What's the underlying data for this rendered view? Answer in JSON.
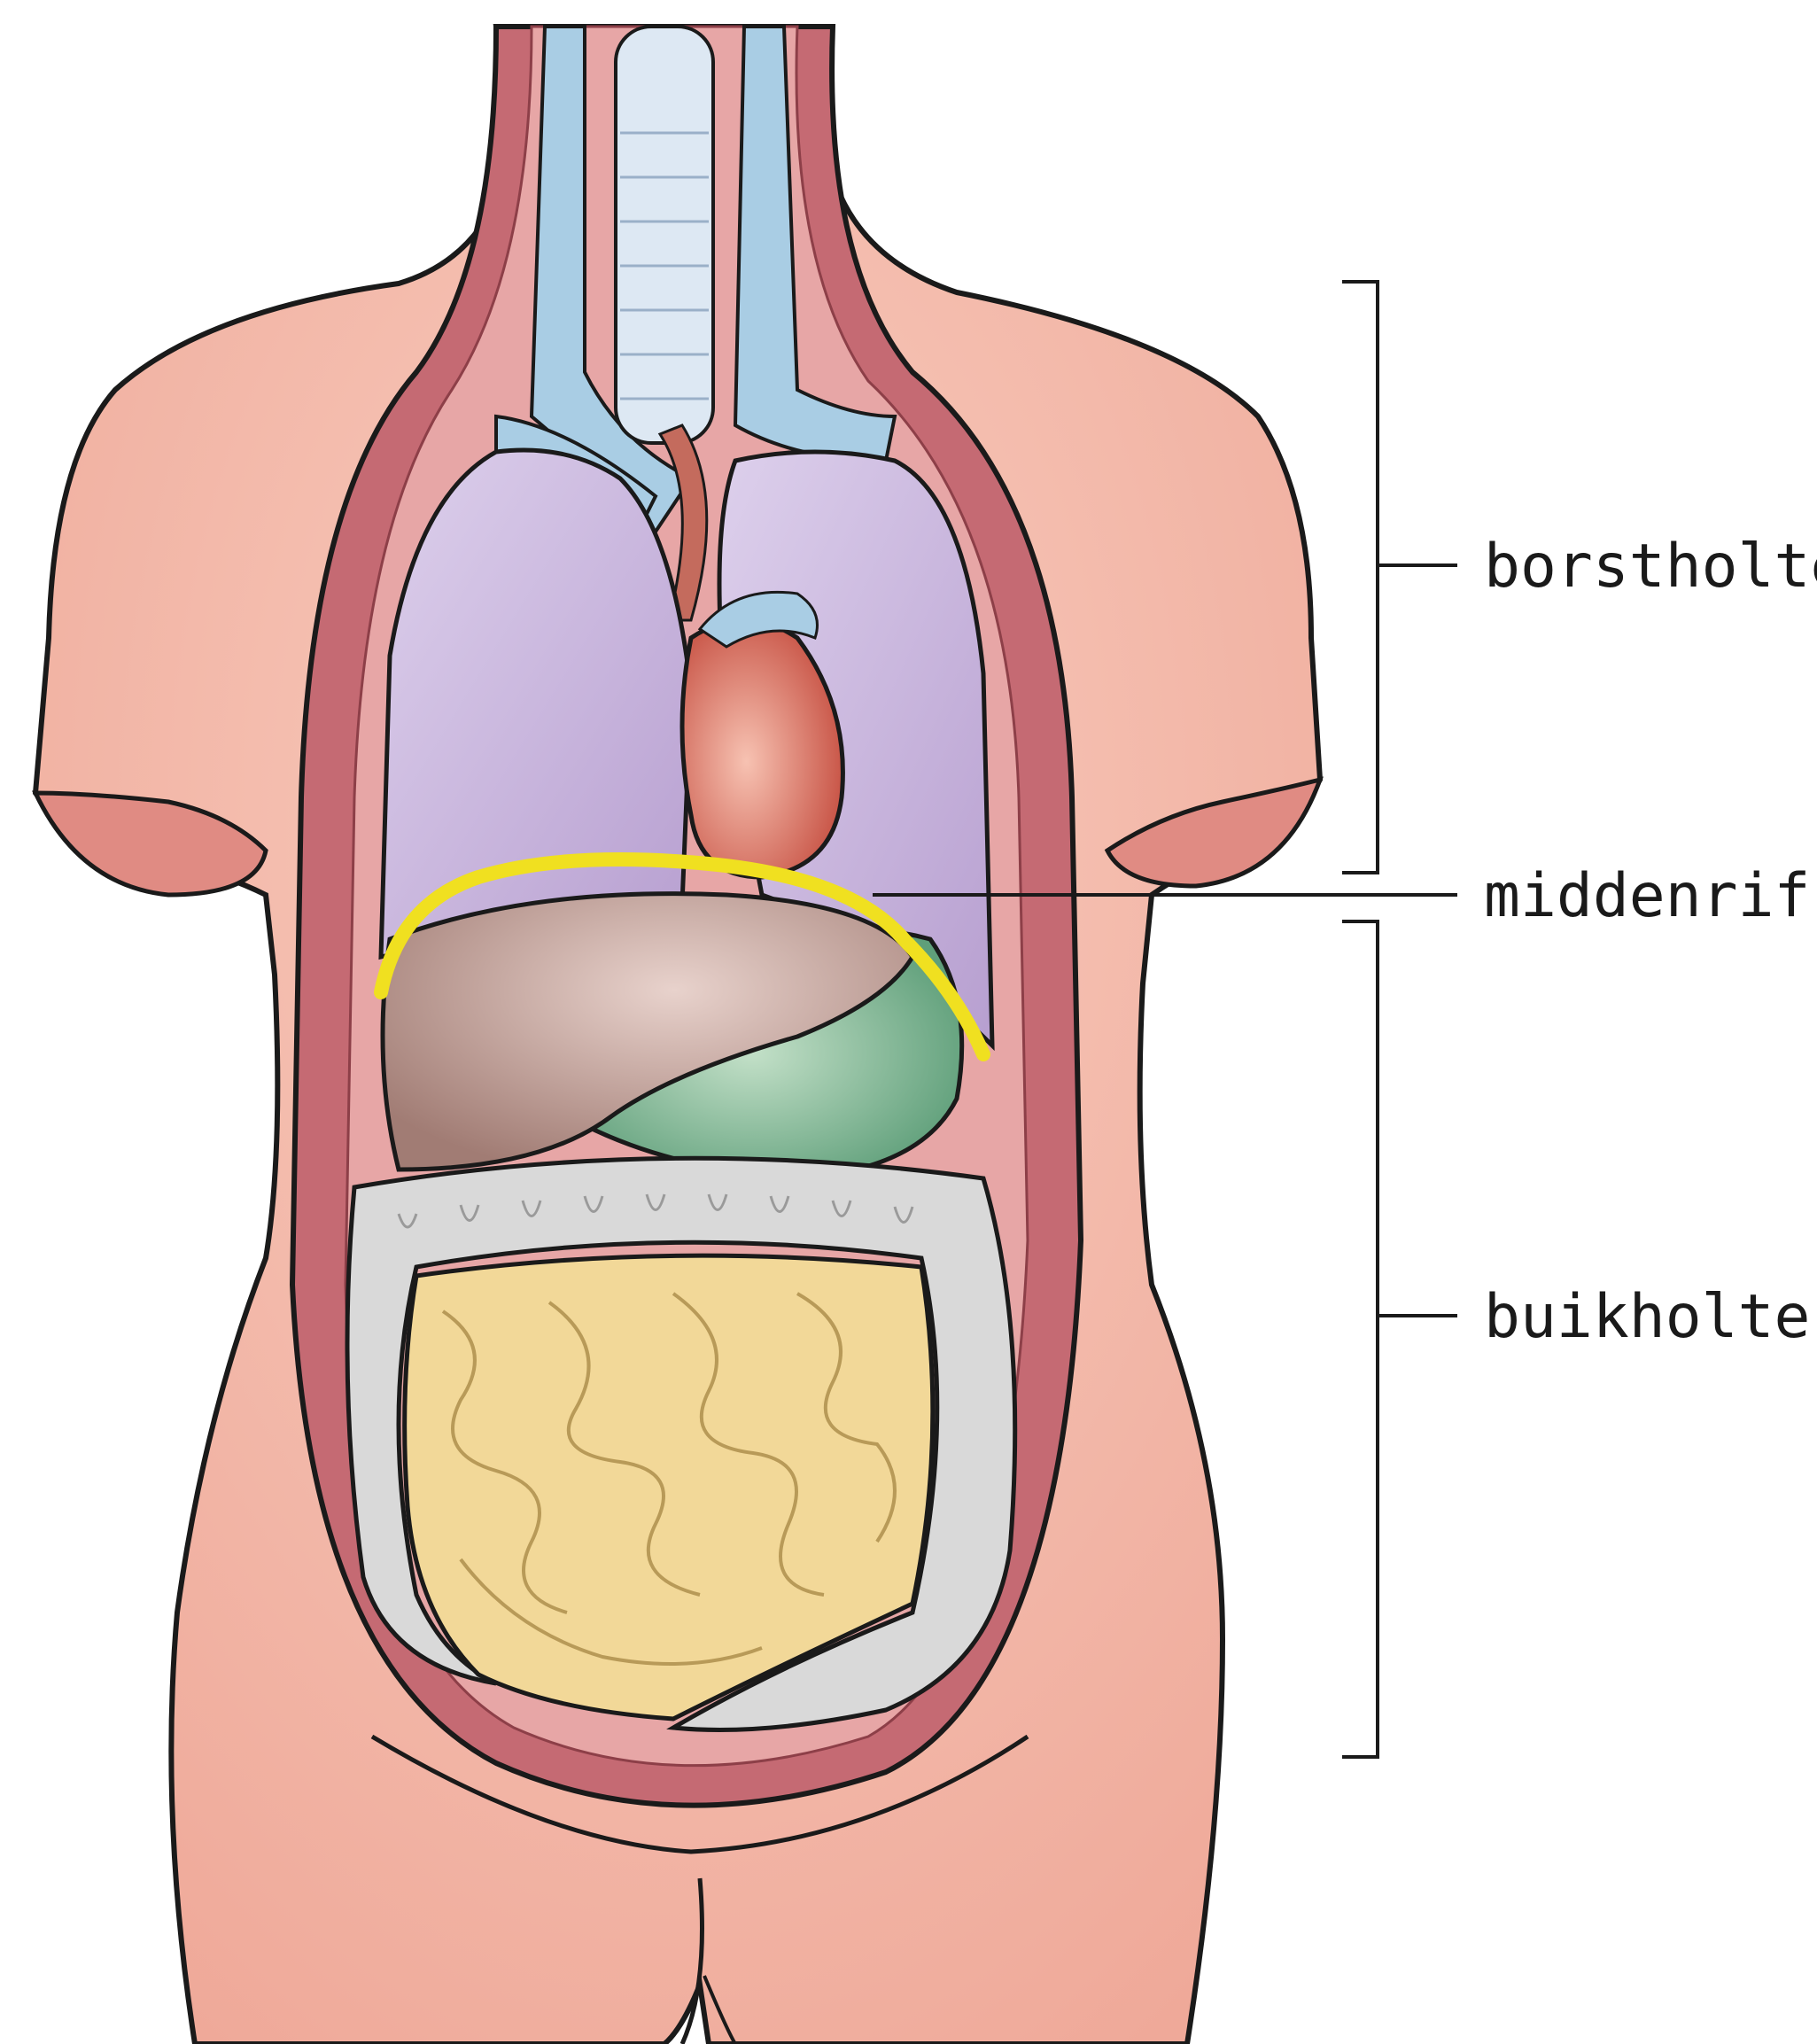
{
  "labels": {
    "chest_cavity": "borstholte",
    "diaphragm": "middenrif",
    "abdominal_cavity": "buikholte"
  },
  "colors": {
    "skin": "#f3b8a8",
    "skin_shadow": "#d98a86",
    "cavity_wall": "#c56a73",
    "lungs": "#c9b2dc",
    "heart": "#d9665a",
    "liver": "#b48e86",
    "stomach": "#6fae88",
    "large_intestine": "#d9d9d9",
    "small_intestine": "#f2d898",
    "diaphragm_highlight": "#f0e020",
    "vessels": "#a9cde4",
    "trachea": "#dde8f3",
    "outline": "#1a1a1a"
  }
}
